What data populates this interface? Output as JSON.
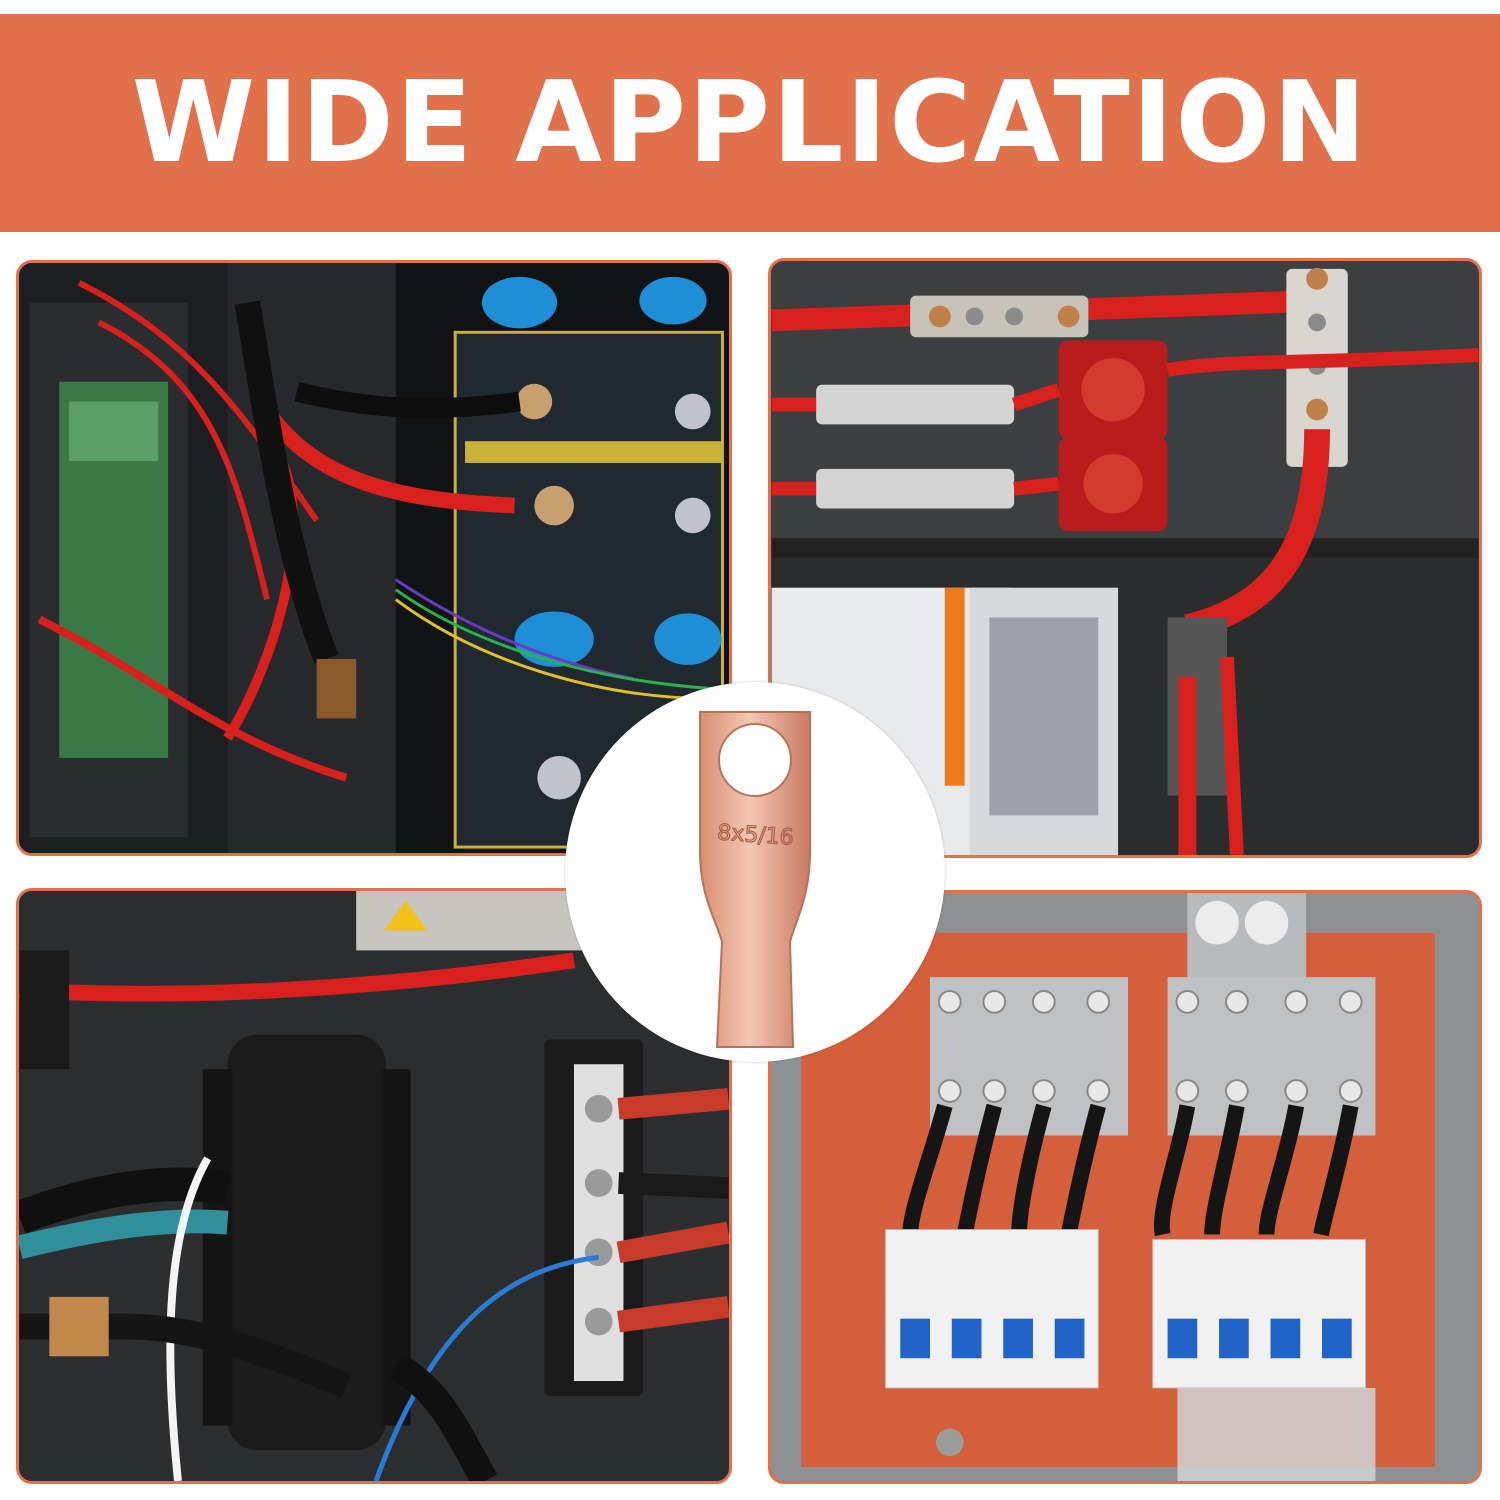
{
  "banner": {
    "title": "WIDE APPLICATION",
    "color": "#e0714a"
  },
  "panels": [
    {
      "id": "battery-bms-wiring"
    },
    {
      "id": "busbar-battery-switch"
    },
    {
      "id": "fuse-busbar-cabling"
    },
    {
      "id": "breaker-distribution-box"
    }
  ],
  "center_product": {
    "stamp": "8x5/16",
    "icon": "copper-ring-lug-icon"
  },
  "colors": {
    "accent": "#e0714a",
    "copper": "#e9a98f",
    "cable_red": "#d8211c"
  }
}
